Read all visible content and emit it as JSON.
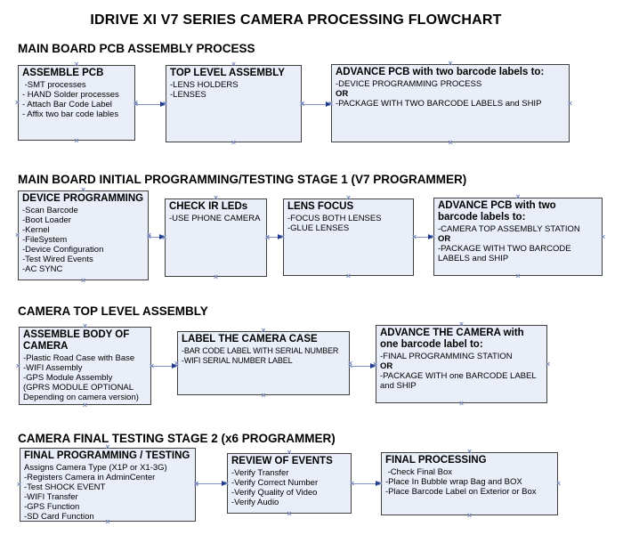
{
  "title": "IDRIVE XI V7 SERIES CAMERA PROCESSING FLOWCHART",
  "icons": {
    "connector_handle": "×",
    "arrow_head": "solid-right-triangle"
  },
  "colors": {
    "box_fill": "#e9eef8",
    "box_border": "#3f3f3f",
    "arrow_line": "#8091c2",
    "arrow_head": "#1e3a8f",
    "handle": "#7b8cbb",
    "text": "#000000",
    "background": "#ffffff"
  },
  "sections": [
    {
      "header": "MAIN BOARD PCB ASSEMBLY PROCESS",
      "boxes": [
        {
          "title": "ASSEMBLE PCB",
          "lines": [
            " -SMT processes",
            "- HAND Solder processes",
            "- Attach Bar Code Label",
            "- Affix two bar code lables"
          ]
        },
        {
          "title": "TOP LEVEL ASSEMBLY",
          "lines": [
            "-LENS HOLDERS",
            "-LENSES"
          ]
        },
        {
          "title": "ADVANCE PCB with two barcode labels to:",
          "lines": [
            "-DEVICE PROGRAMMING PROCESS",
            "OR",
            "-PACKAGE WITH TWO BARCODE LABELS and SHIP"
          ]
        }
      ]
    },
    {
      "header": "MAIN BOARD INITIAL PROGRAMMING/TESTING STAGE 1 (V7 PROGRAMMER)",
      "boxes": [
        {
          "title": "DEVICE PROGRAMMING",
          "lines": [
            "-Scan Barcode",
            "-Boot Loader",
            "-Kernel",
            "-FileSystem",
            "-Device Configuration",
            "-Test Wired Events",
            "-AC SYNC"
          ]
        },
        {
          "title": "CHECK IR LEDs",
          "lines": [
            "-USE PHONE CAMERA"
          ]
        },
        {
          "title": "LENS FOCUS",
          "lines": [
            "-FOCUS BOTH LENSES",
            "-GLUE LENSES"
          ]
        },
        {
          "title": "ADVANCE PCB with two barcode labels to:",
          "lines": [
            "-CAMERA TOP ASSEMBLY STATION",
            "OR",
            "-PACKAGE WITH TWO BARCODE LABELS and SHIP"
          ]
        }
      ]
    },
    {
      "header": "CAMERA TOP LEVEL ASSEMBLY",
      "boxes": [
        {
          "title": "ASSEMBLE BODY OF CAMERA",
          "lines": [
            "-Plastic Road Case with Base",
            "-WIFI Assembly",
            "-GPS Module Assembly",
            "(GPRS MODULE OPTIONAL Depending on camera version)"
          ]
        },
        {
          "title": "LABEL THE CAMERA CASE",
          "lines": [
            "-BAR CODE LABEL WITH SERIAL NUMBER",
            "-WIFI SERIAL NUMBER LABEL"
          ]
        },
        {
          "title": "ADVANCE THE CAMERA with one barcode label to:",
          "lines": [
            "-FINAL PROGRAMMING STATION",
            "OR",
            "-PACKAGE WITH one BARCODE LABEL and SHIP"
          ]
        }
      ]
    },
    {
      "header": "CAMERA FINAL TESTING STAGE 2 (x6 PROGRAMMER)",
      "boxes": [
        {
          "title": "FINAL PROGRAMMING / TESTING",
          "lines": [
            "Assigns Camera Type (X1P or X1-3G)",
            "-Registers Camera in AdminCenter",
            "-Test SHOCK EVENT",
            "-WIFI Transfer",
            "-GPS Function",
            "-SD Card Function"
          ]
        },
        {
          "title": "REVIEW OF EVENTS",
          "lines": [
            "-Verify Transfer",
            "-Verify Correct Number",
            "-Verify Quality of Video",
            "-Verify Audio"
          ]
        },
        {
          "title": "FINAL PROCESSING",
          "lines": [
            " -Check Final Box",
            "-Place In Bubble wrap Bag and BOX",
            "-Place Barcode Label on Exterior or Box"
          ]
        }
      ]
    }
  ]
}
